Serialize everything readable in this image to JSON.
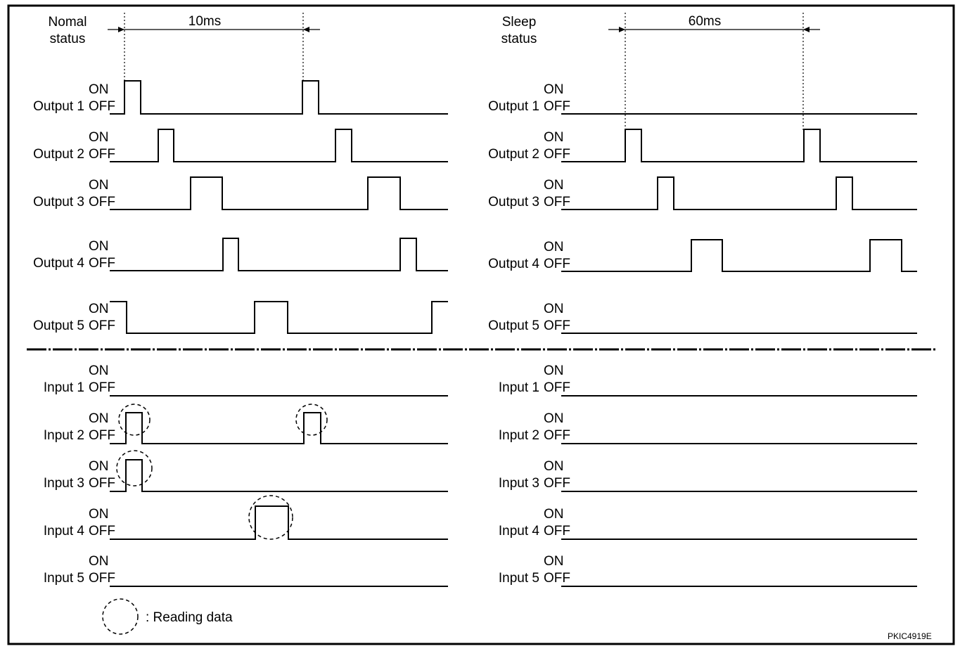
{
  "legend": {
    "label": ": Reading data"
  },
  "code": "PKIC4919E",
  "panels": [
    {
      "id": "normal",
      "title": [
        "Nomal",
        "status"
      ],
      "period_label": "10ms",
      "on_label": "ON",
      "off_label": "OFF",
      "outputs": [
        {
          "name": "Output 1",
          "segments": [
            [
              177,
              200
            ],
            [
              430,
              453
            ]
          ],
          "high_start": false,
          "high_end": false
        },
        {
          "name": "Output 2",
          "segments": [
            [
              225,
              247
            ],
            [
              477,
              500
            ]
          ],
          "high_start": false,
          "high_end": false
        },
        {
          "name": "Output 3",
          "segments": [
            [
              271,
              316
            ],
            [
              523,
              569
            ]
          ],
          "high_start": false,
          "high_end": false
        },
        {
          "name": "Output 4",
          "segments": [
            [
              317,
              339
            ],
            [
              569,
              592
            ]
          ],
          "high_start": false,
          "high_end": false
        },
        {
          "name": "Output 5",
          "segments": [
            [
              362,
              409
            ]
          ],
          "high_start": true,
          "high_start_until": 180,
          "high_end": true,
          "high_end_from": 614
        }
      ],
      "inputs": [
        {
          "name": "Input 1",
          "segments": [],
          "circles": []
        },
        {
          "name": "Input 2",
          "segments": [
            [
              179,
              202
            ],
            [
              432,
              456
            ]
          ],
          "circles": [
            [
              191,
              597,
              22
            ],
            [
              443,
              597,
              22
            ]
          ]
        },
        {
          "name": "Input 3",
          "segments": [
            [
              179,
              202
            ]
          ],
          "circles": [
            [
              191,
              666,
              25
            ]
          ]
        },
        {
          "name": "Input 4",
          "segments": [
            [
              363,
              410
            ]
          ],
          "circles": [
            [
              385,
              736,
              31
            ]
          ]
        },
        {
          "name": "Input 5",
          "segments": [],
          "circles": []
        }
      ]
    },
    {
      "id": "sleep",
      "title": [
        "Sleep",
        "status"
      ],
      "period_label": "60ms",
      "on_label": "ON",
      "off_label": "OFF",
      "outputs": [
        {
          "name": "Output 1",
          "segments": [],
          "high_start": false,
          "high_end": false
        },
        {
          "name": "Output 2",
          "segments": [
            [
              889,
              912
            ],
            [
              1143,
              1166
            ]
          ],
          "high_start": false,
          "high_end": false
        },
        {
          "name": "Output 3",
          "segments": [
            [
              935,
              958
            ],
            [
              1189,
              1212
            ]
          ],
          "high_start": false,
          "high_end": false
        },
        {
          "name": "Output 4",
          "segments": [
            [
              983,
              1027
            ],
            [
              1237,
              1282
            ]
          ],
          "high_start": false,
          "high_end": false
        },
        {
          "name": "Output 5",
          "segments": [],
          "high_start": false,
          "high_end": false
        }
      ],
      "inputs": [
        {
          "name": "Input 1",
          "segments": [],
          "circles": []
        },
        {
          "name": "Input 2",
          "segments": [],
          "circles": []
        },
        {
          "name": "Input 3",
          "segments": [],
          "circles": []
        },
        {
          "name": "Input 4",
          "segments": [],
          "circles": []
        },
        {
          "name": "Input 5",
          "segments": [],
          "circles": []
        }
      ]
    }
  ]
}
